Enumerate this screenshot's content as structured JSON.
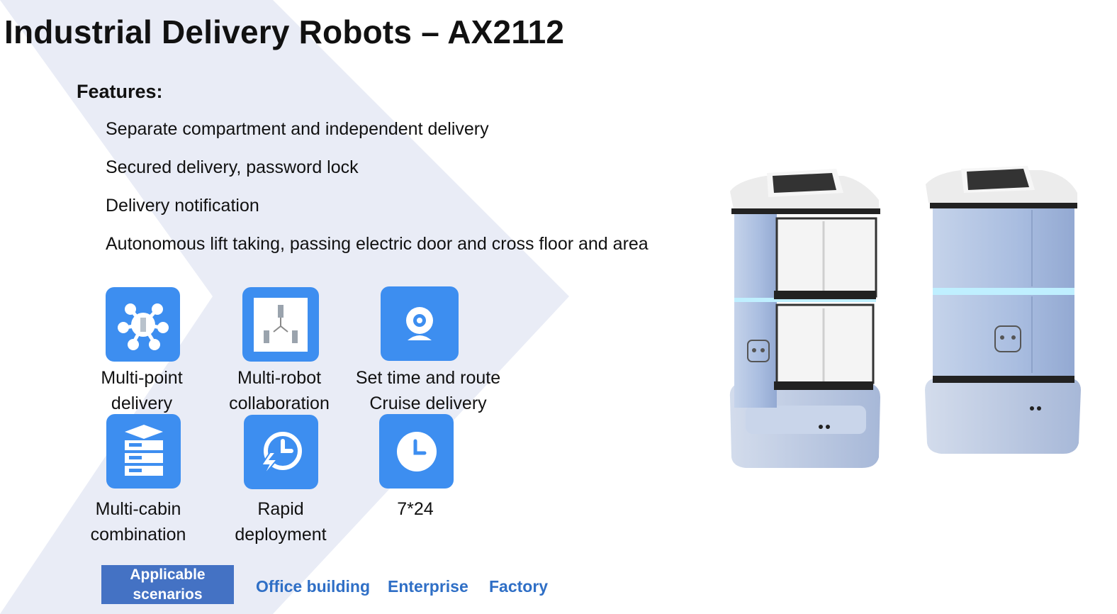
{
  "title": "Industrial Delivery Robots – AX2112",
  "features": {
    "heading": "Features:",
    "items": [
      "Separate compartment and independent delivery",
      "Secured delivery, password lock",
      "Delivery notification",
      "Autonomous lift taking, passing electric door and cross floor and area"
    ]
  },
  "capabilities": [
    {
      "icon": "network-icon",
      "line1": "Multi-point",
      "line2": "delivery"
    },
    {
      "icon": "robots-collaboration-icon",
      "line1": "Multi-robot",
      "line2": "collaboration"
    },
    {
      "icon": "camera-icon",
      "line1": "Set time and route",
      "line2": "Cruise delivery"
    },
    {
      "icon": "cabinet-icon",
      "line1": "Multi-cabin",
      "line2": "combination"
    },
    {
      "icon": "rapid-clock-icon",
      "line1": "Rapid",
      "line2": "deployment"
    },
    {
      "icon": "clock-icon",
      "line1": "7*24",
      "line2": ""
    }
  ],
  "scenarios": {
    "badge_line1": "Applicable",
    "badge_line2": "scenarios",
    "items": [
      "Office building",
      "Enterprise",
      "Factory"
    ]
  },
  "colors": {
    "icon_bg": "#3d8ef0",
    "badge_bg": "#4472c4",
    "link": "#2f6fc6",
    "chevron": "#e9ecf6"
  }
}
